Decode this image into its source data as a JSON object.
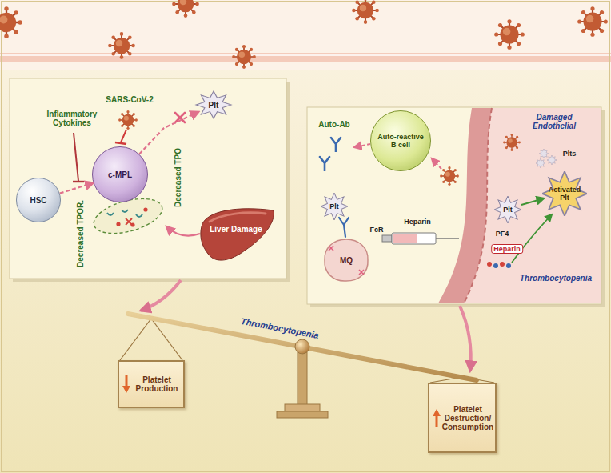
{
  "diagram": {
    "nodes": [
      {
        "text": [
          "HSC"
        ]
      },
      {
        "text": [
          "c-MPL"
        ]
      },
      {
        "text": [
          "Plt"
        ]
      },
      {
        "text": [
          "Liver Damage"
        ]
      },
      {
        "text": [
          "Auto-reactive B cell"
        ]
      },
      {
        "text": [
          "MQ"
        ]
      },
      {
        "text": [
          "Platelet Production"
        ]
      },
      {
        "text": [
          "Platelet Destruction/ Consumption"
        ]
      }
    ],
    "edges": [
      {
        "from": 0,
        "to": 1,
        "arrow": "to"
      },
      {
        "from": 1,
        "to": 2,
        "arrow": "to"
      }
    ],
    "labels": [
      "SARS-CoV-2",
      "Inflammatory Cytokines",
      "Decreased TPOR.",
      "Decreased TPO",
      "Auto-Ab",
      "Damaged Endothelial",
      "Plts",
      "Activated Plt",
      "Plt",
      "Heparin",
      "PF4",
      "Heparin",
      "Thrombocytopenia",
      "FcR",
      "Plt",
      "Thrombocytopenia"
    ]
  }
}
